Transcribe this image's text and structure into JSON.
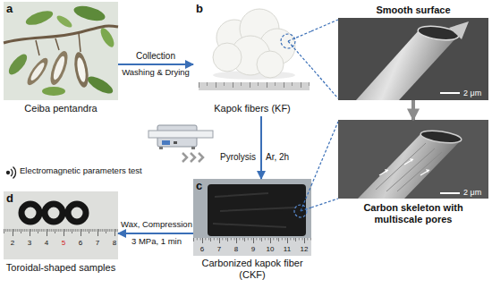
{
  "diagram": {
    "nodes": [
      {
        "text": [
          "a",
          "Ceiba pentandra"
        ]
      },
      {
        "text": [
          "b",
          "Kapok fibers (KF)"
        ]
      },
      {
        "text": [
          "Smooth surface",
          "2 μm"
        ]
      },
      {
        "text": [
          "2 μm",
          "Carbon skeleton with multiscale pores"
        ]
      },
      {
        "text": [
          "c",
          "Carbonized kapok fiber (CKF)"
        ]
      },
      {
        "text": [
          "d",
          "Toroidal-shaped samples"
        ]
      }
    ],
    "edges": [
      {
        "from": 0,
        "to": 1,
        "arrow": "to",
        "label": "Collection"
      },
      {
        "from": 1,
        "to": 2,
        "arrow": "none"
      },
      {
        "from": 2,
        "to": 3,
        "arrow": "to"
      },
      {
        "from": 1,
        "to": 4,
        "arrow": "to",
        "label": "Pyrolysis"
      },
      {
        "from": 4,
        "to": 3,
        "arrow": "none"
      },
      {
        "from": 4,
        "to": 5,
        "arrow": "to",
        "label": "Wax, Compression"
      }
    ],
    "labels": [
      "Washing & Drying",
      "Ar, 2h",
      "3 MPa, 1 min",
      "Electromagnetic parameters test",
      "2",
      "3",
      "4",
      "5",
      "6",
      "7",
      "8",
      "6",
      "7",
      "8",
      "9",
      "10",
      "11",
      "12"
    ]
  }
}
